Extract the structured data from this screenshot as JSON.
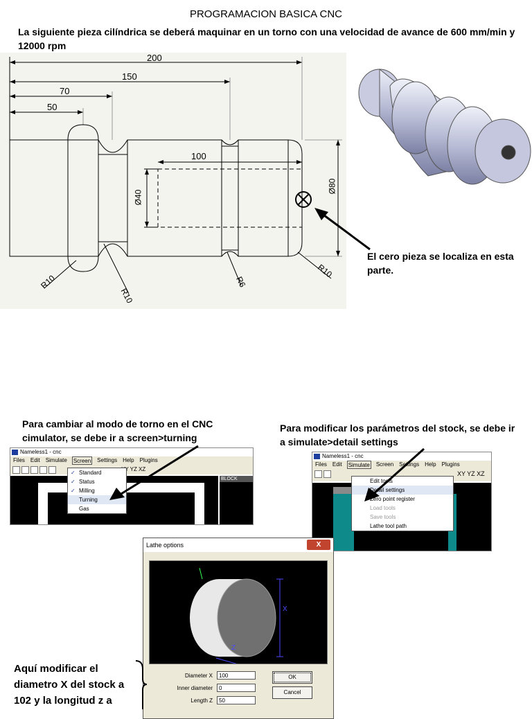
{
  "title": "PROGRAMACION BASICA CNC",
  "intro": "La siguiente pieza cilíndrica se deberá maquinar en un torno con una velocidad de avance de 600 mm/min  y 12000 rpm",
  "drawing": {
    "dims": {
      "d200": "200",
      "d150": "150",
      "d70": "70",
      "d50": "50",
      "d100": "100",
      "dia40": "Ø40",
      "dia80": "Ø80",
      "r10a": "R10",
      "r10b": "R10",
      "r6": "R6",
      "r10c": "R10"
    }
  },
  "zero_note": "El cero pieza se localiza en esta parte.",
  "screen_caption": "Para cambiar al modo de torno en el CNC cimulator, se debe ir a screen>turning",
  "simulate_caption": "Para modificar los parámetros del stock, se debe ir a simulate>detail settings",
  "win1": {
    "title": "Nameless1 - cnc",
    "menu": [
      "Files",
      "Edit",
      "Simulate",
      "Screen",
      "Settings",
      "Help",
      "Plugins"
    ],
    "dropdown": [
      {
        "label": "Standard",
        "checked": true
      },
      {
        "label": "Status",
        "checked": true
      },
      {
        "label": "Milling",
        "checked": true
      },
      {
        "label": "Turning",
        "checked": false
      },
      {
        "label": "Gas",
        "checked": false
      }
    ],
    "axes": "XY YZ XZ",
    "block_label": "BLOCK"
  },
  "win2": {
    "title": "Nameless1 - cnc",
    "menu": [
      "Files",
      "Edit",
      "Simulate",
      "Screen",
      "Settings",
      "Help",
      "Plugins"
    ],
    "dropdown": [
      {
        "label": "Edit tools",
        "disabled": false
      },
      {
        "label": "Detail settings",
        "disabled": false
      },
      {
        "label": "Zero point register",
        "disabled": false
      },
      {
        "label": "Load tools",
        "disabled": true
      },
      {
        "label": "Save tools",
        "disabled": true
      },
      {
        "label": "Lathe tool path",
        "disabled": false
      }
    ],
    "axes": "XY YZ XZ"
  },
  "lathe": {
    "title": "Lathe options",
    "close": "X",
    "axis_x": "X",
    "axis_z": "Z",
    "fields": [
      {
        "label": "Diameter X",
        "value": "100"
      },
      {
        "label": "Inner diameter",
        "value": "0"
      },
      {
        "label": "Length  Z",
        "value": "50"
      }
    ],
    "ok": "OK",
    "cancel": "Cancel"
  },
  "bottom_note": "Aquí modificar el diametro X del stock a 102 y la longitud z a"
}
